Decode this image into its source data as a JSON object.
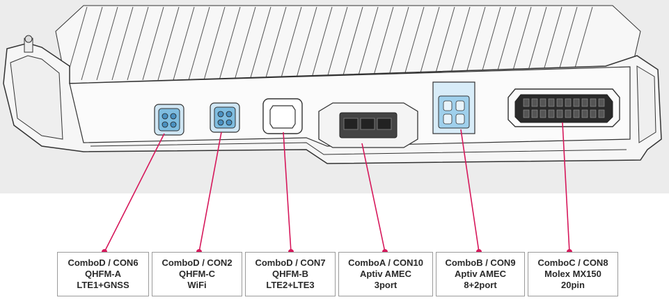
{
  "colors": {
    "callout_line": "#d6185b",
    "callout_dot": "#d6185b",
    "connector_highlight": "#6fb3d8",
    "housing_fill": "#f6f6f6",
    "housing_stroke": "#333333",
    "background_top": "#ececec"
  },
  "connectors": [
    {
      "id": "con6",
      "line1": "ComboD / CON6",
      "line2": "QHFM-A",
      "line3": "LTE1+GNSS",
      "icon": "qhfm-connector-icon"
    },
    {
      "id": "con2",
      "line1": "ComboD / CON2",
      "line2": "QHFM-C",
      "line3": "WiFi",
      "icon": "qhfm-connector-icon"
    },
    {
      "id": "con7",
      "line1": "ComboD / CON7",
      "line2": "QHFM-B",
      "line3": "LTE2+LTE3",
      "icon": "qhfm-connector-icon"
    },
    {
      "id": "con10",
      "line1": "ComboA / CON10",
      "line2": "Aptiv AMEC",
      "line3": "3port",
      "icon": "amec-connector-icon"
    },
    {
      "id": "con9",
      "line1": "ComboB / CON9",
      "line2": "Aptiv AMEC",
      "line3": "8+2port",
      "icon": "amec-connector-icon"
    },
    {
      "id": "con8",
      "line1": "ComboC / CON8",
      "line2": "Molex MX150",
      "line3": "20pin",
      "icon": "mx150-connector-icon"
    }
  ]
}
